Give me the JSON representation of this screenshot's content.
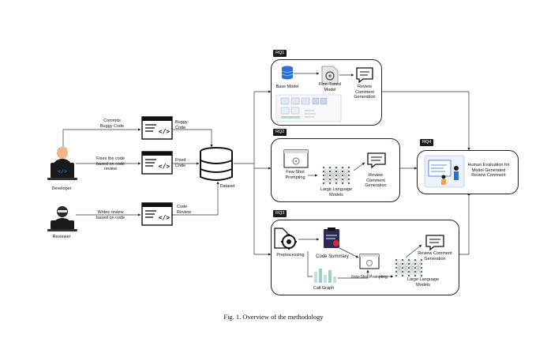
{
  "actors": {
    "developer": "Developer",
    "reviewer": "Reviewer"
  },
  "flows": {
    "commits": "Commits\nBuggy Code",
    "fixes": "Fixes the code\nbased on code\nreview",
    "writes_review": "Writes review\nbased on code"
  },
  "code_labels": {
    "buggy": "Buggy\nCode",
    "fixed": "Fixed\nCode",
    "review": "Code\nReview"
  },
  "dataset": "Dataset",
  "rq1": {
    "tag": "RQ1",
    "base_model": "Base Model",
    "fine_tuned": "Fine-Tuned\nModel",
    "output": "Review\nComment\nGeneration"
  },
  "rq2": {
    "tag": "RQ2",
    "few_shot": "Few-Shot\nPrompting",
    "llm": "Large Language\nModels",
    "output": "Review\nComment\nGeneration"
  },
  "rq3": {
    "tag": "RQ3",
    "preprocessing": "Preprocessing",
    "code_summary": "Code Summary",
    "call_graph": "Call Graph",
    "few_shot": "Few-Shot Prompting",
    "llm": "Large Language\nModels",
    "output": "Review Comment\nGeneration"
  },
  "rq4": {
    "tag": "RQ4",
    "text": "Human Evaluation for\nModel Generated\nReview Comment"
  },
  "caption": "Fig. 1.  Overview of the methodology",
  "colors": {
    "accent_blue": "#2f6fd6",
    "dark": "#1a1a1a",
    "skin": "#f2b48a",
    "hair_orange": "#e07a2a"
  }
}
